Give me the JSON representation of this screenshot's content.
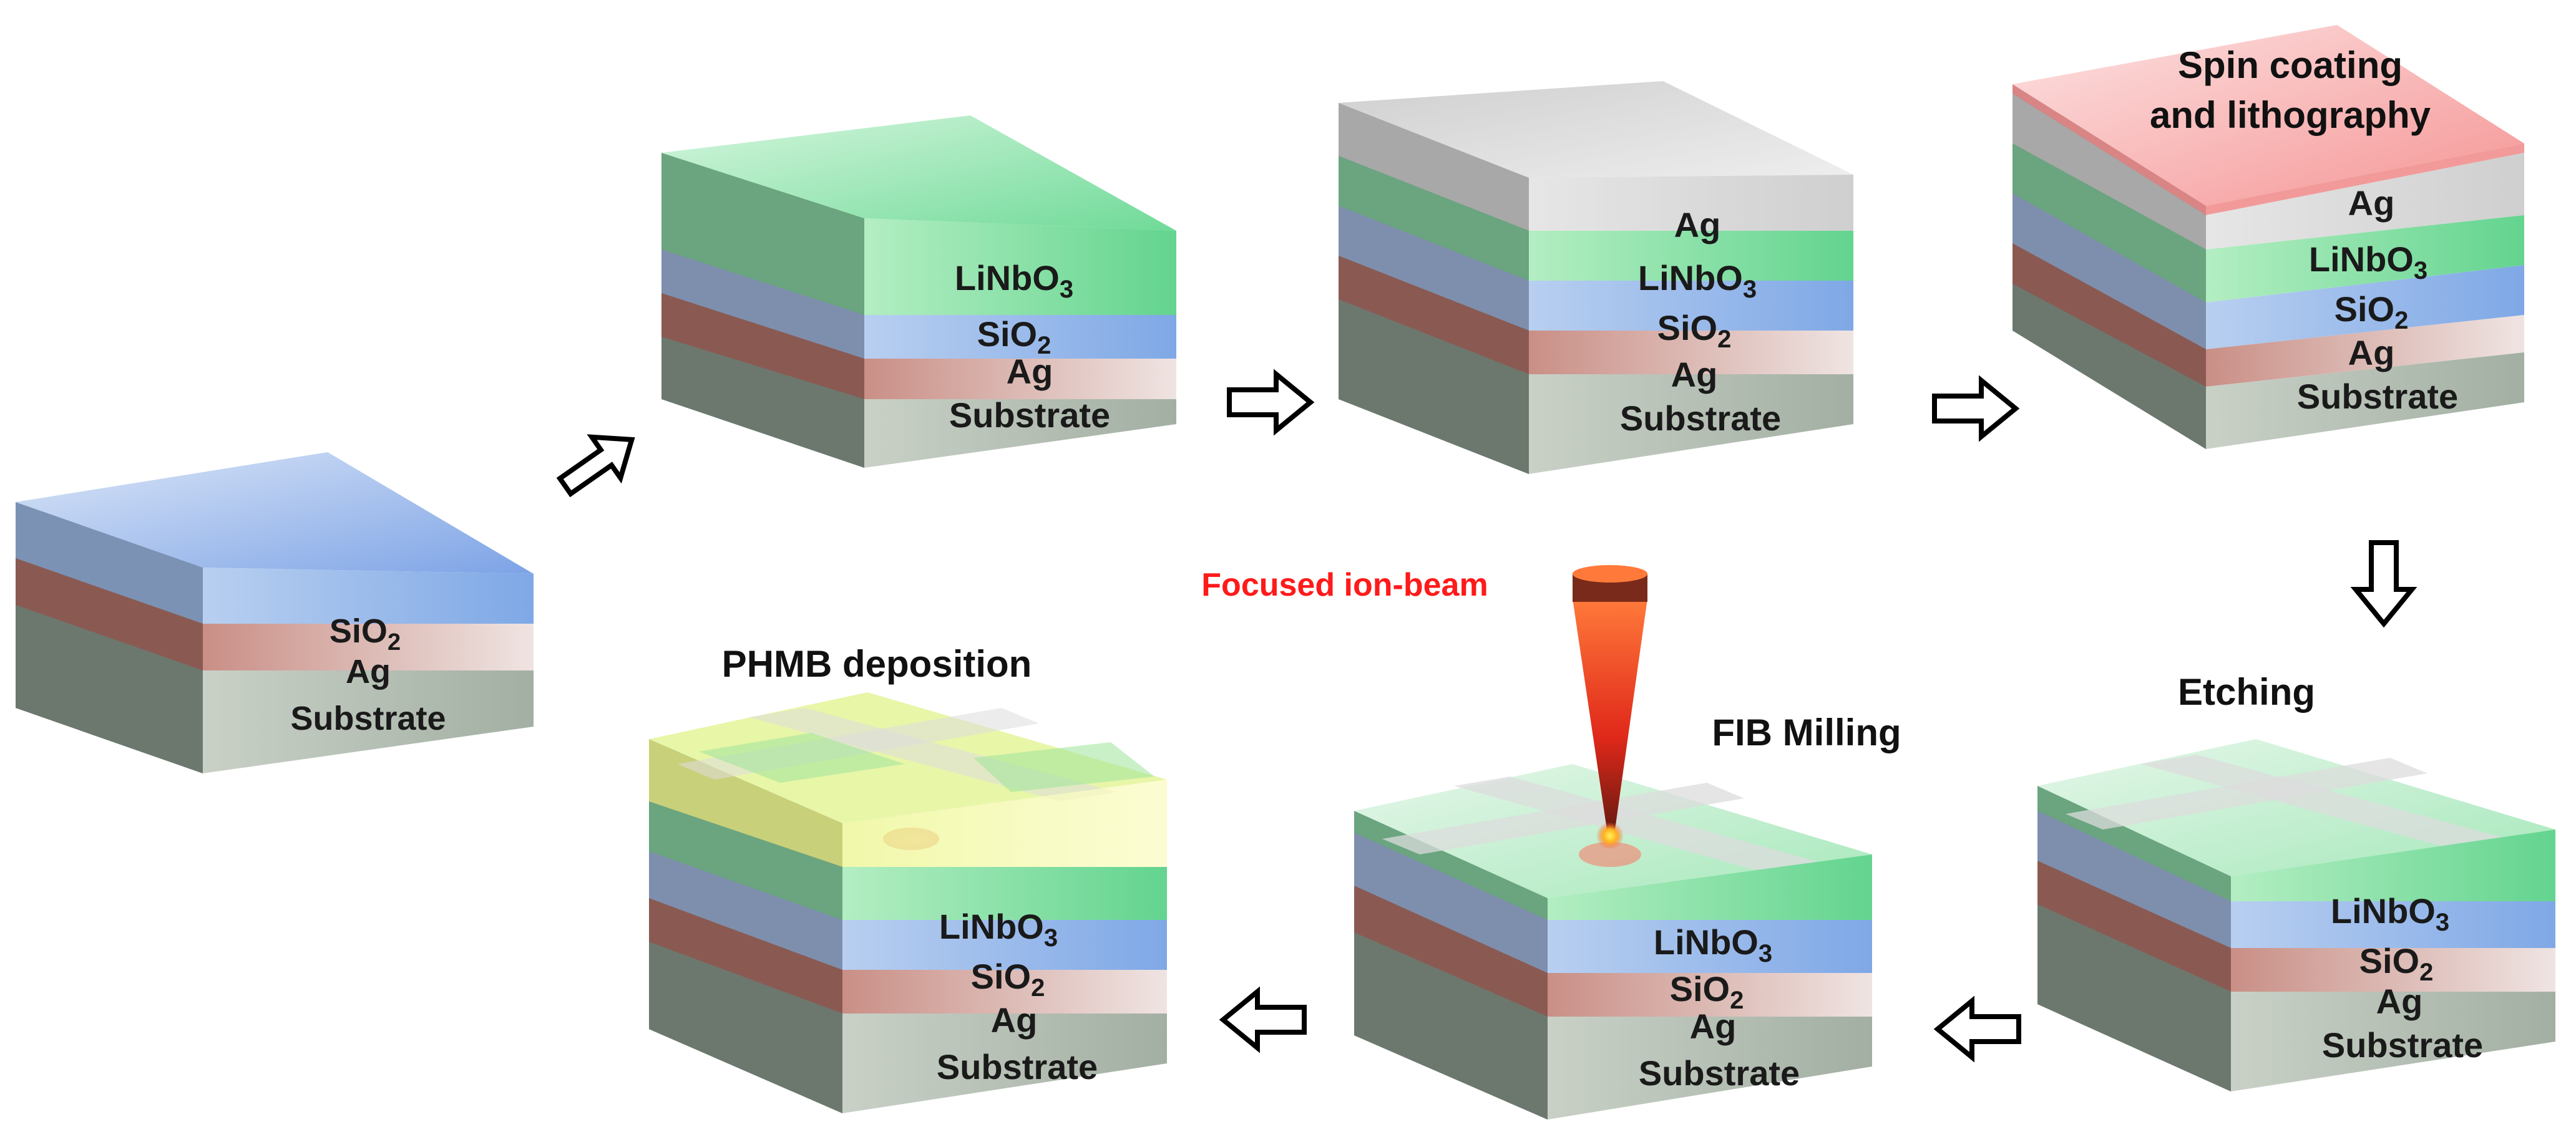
{
  "materials": {
    "substrate": "Substrate",
    "ag": "Ag",
    "sio2": "SiO",
    "sio2_sub": "2",
    "linbo3": "LiNbO",
    "linbo3_sub": "3"
  },
  "steps": {
    "spin_coating_line1": "Spin coating",
    "spin_coating_line2": "and lithography",
    "etching": "Etching",
    "fib_milling": "FIB Milling",
    "focused_ion_beam": "Focused ion-beam",
    "phmb_deposition": "PHMB deposition"
  },
  "colors": {
    "substrate": "#b9c2b8",
    "ag_stripe": "#e6c7c0",
    "ag_top": "#d9d9d9",
    "sio2": "#9bbcec",
    "linbo3": "#8fe0a8",
    "resist": "#f7a8a8",
    "phmb": "#f4f6a0",
    "ion_beam": "#ff3b1f",
    "arrow_stroke": "#000000"
  }
}
